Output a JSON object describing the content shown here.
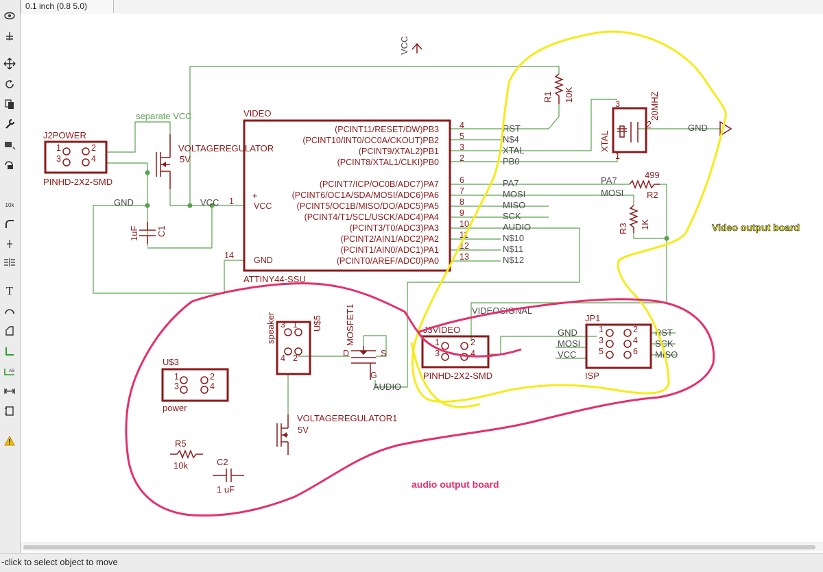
{
  "topbar": {
    "grid_value": "0.1 inch (0.8 5.0)"
  },
  "status": {
    "message": "-click to select object to move"
  },
  "toolbar": {
    "tools": [
      "eye-icon",
      "layer-icon",
      "move-icon",
      "rotate-icon",
      "copy-icon",
      "wrench-icon",
      "group-icon",
      "paste-icon",
      "label-icon",
      "arc-icon",
      "split-icon",
      "net-split-icon",
      "text-tool-icon",
      "arc-tool-icon",
      "polygon-icon",
      "net-icon",
      "bus-label-icon",
      "width-icon",
      "frame-icon",
      "warning-icon"
    ]
  },
  "annotations": {
    "video_board": "Video output board",
    "audio_board": "audio output board"
  },
  "schematic": {
    "vcc_label": "VCC",
    "separate_vcc": "separate VCC",
    "j2power_name": "J2POWER",
    "j2power_value": "PINHD-2X2-SMD",
    "vreg_name": "VOLTAGEREGULATOR",
    "vreg_value": "5V",
    "gnd_left": "GND",
    "vcc_net": "VCC",
    "c1_name": "C1",
    "c1_value": "1uF",
    "mcu_top": "VIDEO",
    "mcu_bottom": "ATTINY44-SSU",
    "mcu_vcc": "VCC",
    "mcu_gnd": "GND",
    "pin_vcc_num": "1",
    "pin_gnd_num": "14",
    "pins": [
      {
        "name": "(PCINT11/RESET/DW)PB3",
        "num": "4",
        "net": "RST"
      },
      {
        "name": "(PCINT10/INT0/OC0A/CKOUT)PB2",
        "num": "5",
        "net": "N$4"
      },
      {
        "name": "(PCINT9/XTAL2)PB1",
        "num": "3",
        "net": "XTAL"
      },
      {
        "name": "(PCINT8/XTAL1/CLKI)PB0",
        "num": "2",
        "net": "PB0"
      },
      {
        "name": "(PCINT7/ICP/OC0B/ADC7)PA7",
        "num": "6",
        "net": "PA7"
      },
      {
        "name": "(PCINT6/OC1A/SDA/MOSI/ADC6)PA6",
        "num": "7",
        "net": "MOSI"
      },
      {
        "name": "(PCINT5/OC1B/MISO/DO/ADC5)PA5",
        "num": "8",
        "net": "MISO"
      },
      {
        "name": "(PCINT4/T1/SCL/USCK/ADC4)PA4",
        "num": "9",
        "net": "SCK"
      },
      {
        "name": "(PCINT3/T0/ADC3)PA3",
        "num": "10",
        "net": "AUDIO"
      },
      {
        "name": "(PCINT2/AIN1/ADC2)PA2",
        "num": "11",
        "net": "N$10"
      },
      {
        "name": "(PCINT1/AIN0/ADC1)PA1",
        "num": "12",
        "net": "N$11"
      },
      {
        "name": "(PCINT0/AREF/ADC0)PA0",
        "num": "13",
        "net": "N$12"
      }
    ],
    "r1_name": "R1",
    "r1_value": "10K",
    "xtal_name": "XTAL",
    "xtal_value": "20MHZ",
    "gnd_right": "GND",
    "r2_name": "R2",
    "r2_value": "499",
    "r2_pa7": "PA7",
    "r2_mosi": "MOSI",
    "r3_name": "R3",
    "r3_value": "1K",
    "videosignal": "VIDEOSIGNAL",
    "j3_name": "J3VIDEO",
    "j3_value": "PINHD-2X2-SMD",
    "jp1_name": "JP1",
    "jp1_value": "ISP",
    "jp1_left": [
      "GND",
      "MOSI",
      "VCC"
    ],
    "jp1_right": [
      "RST",
      "SCK",
      "MISO"
    ],
    "speaker_name": "speaker",
    "u5_name": "U$5",
    "mosfet_name": "MOSFET1",
    "audio_net": "AUDIO",
    "u3_name": "U$3",
    "u3_value": "power",
    "vreg1_name": "VOLTAGEREGULATOR1",
    "vreg1_value": "5V",
    "r5_name": "R5",
    "r5_value": "10k",
    "c2_name": "C2",
    "c2_value": "1 uF"
  }
}
